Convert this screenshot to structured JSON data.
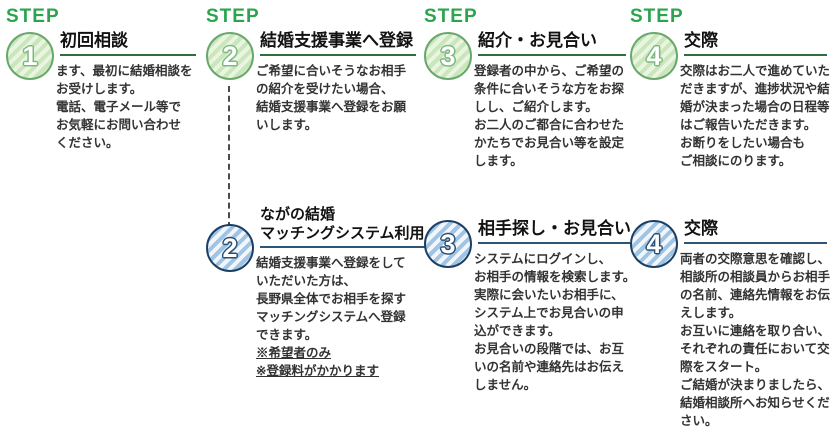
{
  "palette": {
    "step_label_green": "#2ca44e",
    "green_stripe_dark": "#c9e7bb",
    "green_stripe_light": "#eaf5e1",
    "green_circle_border": "#69a86d",
    "green_rule": "#2e6f3e",
    "blue_stripe_dark": "#9fc4e4",
    "blue_stripe_light": "#f0f6fb",
    "blue_circle_border": "#1d3f63",
    "blue_rule": "#2f5576",
    "title_text": "#121212",
    "body_text": "#333333",
    "connector_dash": "#4a4a4a"
  },
  "steps_top": [
    {
      "label": "STEP",
      "num": "1",
      "title": "初回相談",
      "body": "ます、最初に結婚相談を\nお受けします。\n電話、電子メール等で\nお気軽にお問い合わせ\nください。"
    },
    {
      "label": "STEP",
      "num": "2",
      "title": "結婚支援事業へ登録",
      "body": "ご希望に合いそうなお相手\nの紹介を受けたい場合、\n結婚支援事業へ登録をお願\nいします。"
    },
    {
      "label": "STEP",
      "num": "3",
      "title": "紹介・お見合い",
      "body": "登録者の中から、ご希望の\n条件に合いそうな方をお探\nしし、ご紹介します。\nお二人のご都合に合わせた\nかたちでお見合い等を設定\nします。"
    },
    {
      "label": "STEP",
      "num": "4",
      "title": "交際",
      "body": "交際はお二人で進めていた\nだきますが、進捗状況や結\n婚が決まった場合の日程等\nはご報告いただきます。\nお断りをしたい場合も\nご相談にのります。"
    }
  ],
  "steps_bottom": [
    {
      "num": "2",
      "title": "ながの結婚\nマッチングシステム利用",
      "body": "結婚支援事業へ登録をして\nいただいた方は、\n長野県全体でお相手を探す\nマッチングシステムへ登録\nできます。",
      "notes": [
        "※希望者のみ",
        "※登録料がかかります"
      ]
    },
    {
      "num": "3",
      "title": "相手探し・お見合い",
      "body": "システムにログインし、\nお相手の情報を検索します。\n実際に会いたいお相手に、\nシステム上でお見合いの申\n込ができます。\nお見合いの段階では、お互\nいの名前や連絡先はお伝え\nしません。"
    },
    {
      "num": "4",
      "title": "交際",
      "body": "両者の交際意思を確認し、\n相談所の相談員からお相手\nの名前、連絡先情報をお伝\nえします。\nお互いに連絡を取り合い、\nそれぞれの責任において交\n際をスタート。\nご結婚が決まりましたら、\n結婚相談所へお知らせくだ\nさい。"
    }
  ]
}
